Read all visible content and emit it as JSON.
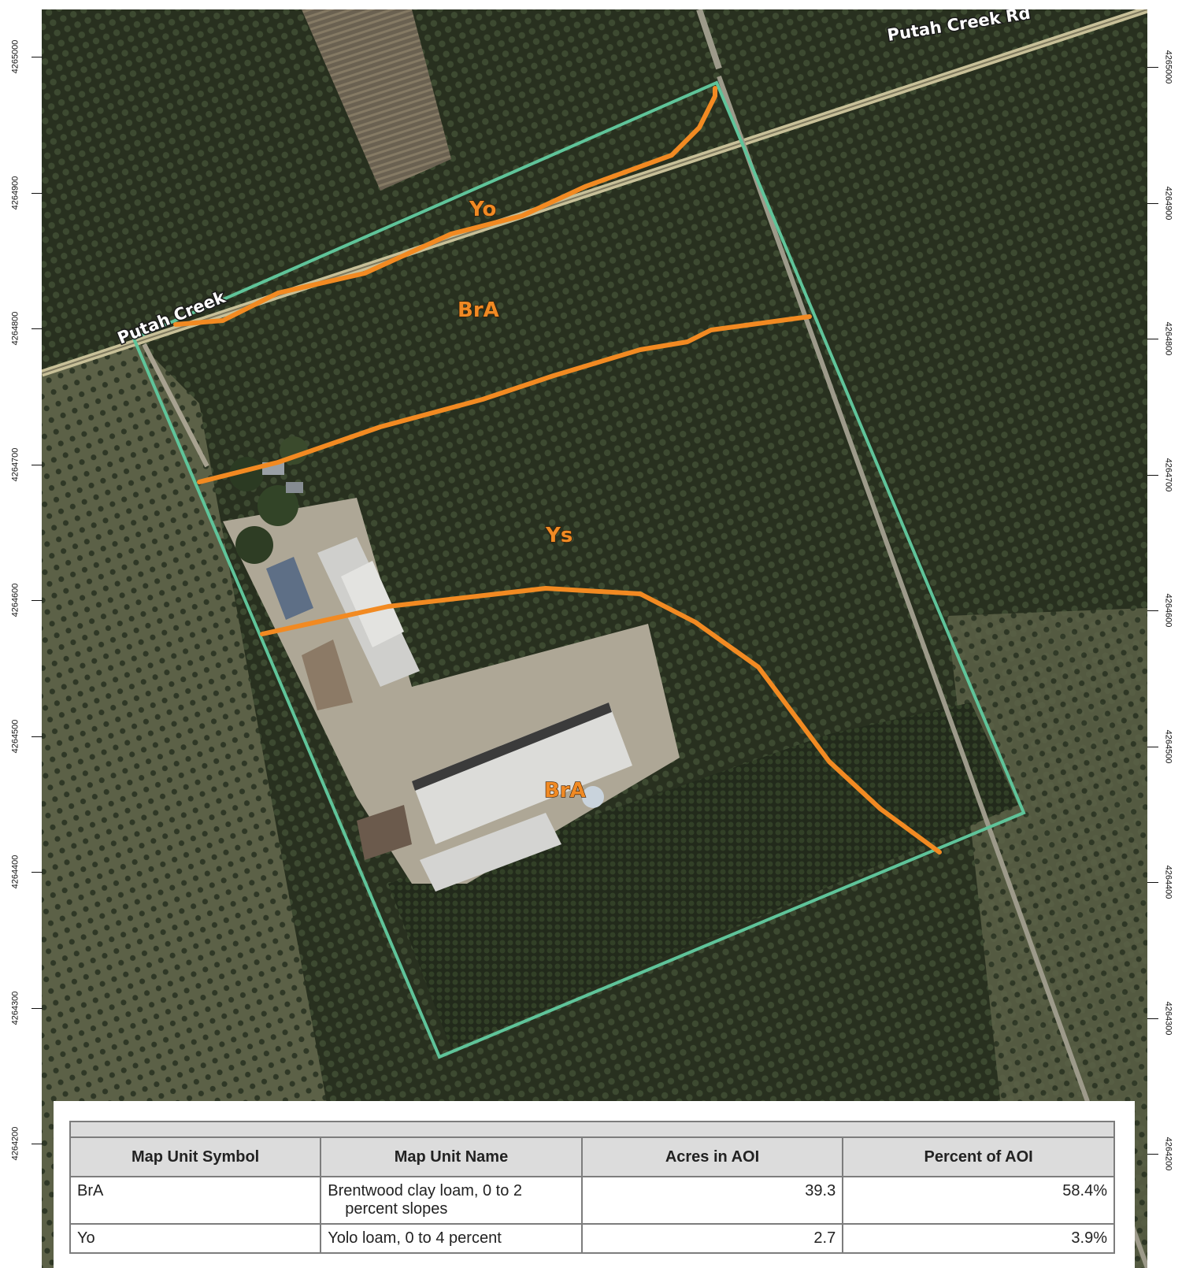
{
  "map": {
    "road_labels": [
      "Putah Creek Rd",
      "Putah Creek"
    ],
    "soil_labels": [
      "Yo",
      "BrA",
      "Ys",
      "BrA"
    ],
    "colors": {
      "aoi_boundary": "#5fc49a",
      "soil_line": "#f28a22",
      "road": "#c8c098",
      "orchard_dark": "#28301f",
      "orchard_mid": "#39432e",
      "ground_light": "#bdb6a6"
    },
    "left_axis_labels": [
      "4265000",
      "4264900",
      "4264800",
      "4264700",
      "4264600",
      "4264500",
      "4264400",
      "4264300",
      "4264200"
    ],
    "right_axis_labels": [
      "4265000",
      "4264900",
      "4264800",
      "4264700",
      "4264600",
      "4264500",
      "4264400",
      "4264300",
      "4264200"
    ]
  },
  "legend": {
    "headers": [
      "Map Unit Symbol",
      "Map Unit Name",
      "Acres in AOI",
      "Percent of AOI"
    ],
    "rows": [
      {
        "symbol": "BrA",
        "name_line1": "Brentwood clay loam, 0 to 2",
        "name_line2": "percent slopes",
        "acres": "39.3",
        "percent": "58.4%"
      },
      {
        "symbol": "Yo",
        "name_line1": "Yolo loam, 0 to 4 percent",
        "name_line2": "",
        "acres": "2.7",
        "percent": "3.9%"
      }
    ]
  }
}
